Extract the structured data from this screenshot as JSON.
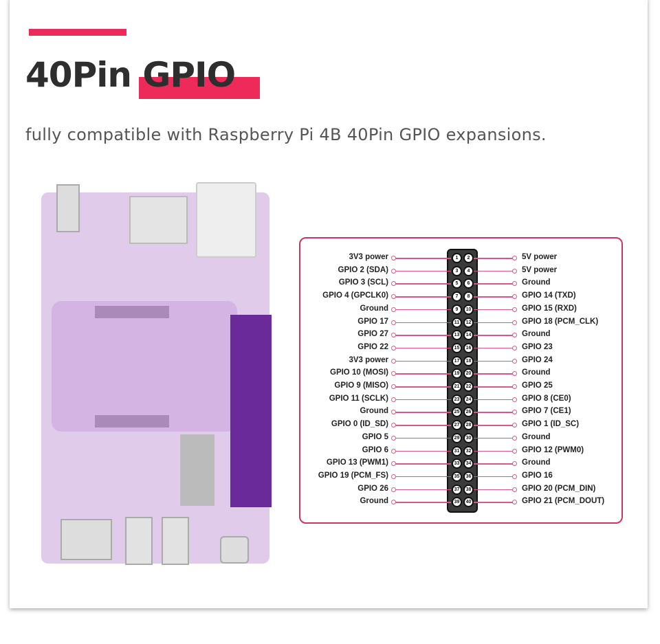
{
  "heading": {
    "title": "40Pin GPIO",
    "subtitle": "fully compatible with Raspberry Pi 4B 40Pin GPIO expansions."
  },
  "colors": {
    "accent": "#ee2a5a",
    "diagram_border": "#c8385a",
    "board": "#dcc2e8"
  },
  "pins": [
    {
      "left": "3V3 power",
      "l": "1",
      "r": "2",
      "right": "5V power"
    },
    {
      "left": "GPIO 2 (SDA)",
      "l": "3",
      "r": "4",
      "right": "5V power"
    },
    {
      "left": "GPIO 3 (SCL)",
      "l": "5",
      "r": "6",
      "right": "Ground"
    },
    {
      "left": "GPIO 4 (GPCLK0)",
      "l": "7",
      "r": "8",
      "right": "GPIO 14 (TXD)"
    },
    {
      "left": "Ground",
      "l": "9",
      "r": "10",
      "right": "GPIO 15 (RXD)"
    },
    {
      "left": "GPIO 17",
      "l": "11",
      "r": "12",
      "right": "GPIO 18 (PCM_CLK)"
    },
    {
      "left": "GPIO 27",
      "l": "13",
      "r": "14",
      "right": "Ground"
    },
    {
      "left": "GPIO 22",
      "l": "15",
      "r": "16",
      "right": "GPIO 23"
    },
    {
      "left": "3V3 power",
      "l": "17",
      "r": "18",
      "right": "GPIO 24"
    },
    {
      "left": "GPIO 10 (MOSI)",
      "l": "19",
      "r": "20",
      "right": "Ground"
    },
    {
      "left": "GPIO 9 (MISO)",
      "l": "21",
      "r": "22",
      "right": "GPIO 25"
    },
    {
      "left": "GPIO 11 (SCLK)",
      "l": "23",
      "r": "24",
      "right": "GPIO 8 (CE0)"
    },
    {
      "left": "Ground",
      "l": "25",
      "r": "26",
      "right": "GPIO 7 (CE1)"
    },
    {
      "left": "GPIO 0 (ID_SD)",
      "l": "27",
      "r": "28",
      "right": "GPIO 1 (ID_SC)"
    },
    {
      "left": "GPIO 5",
      "l": "29",
      "r": "30",
      "right": "Ground"
    },
    {
      "left": "GPIO 6",
      "l": "31",
      "r": "32",
      "right": "GPIO 12 (PWM0)"
    },
    {
      "left": "GPIO 13 (PWM1)",
      "l": "33",
      "r": "34",
      "right": "Ground"
    },
    {
      "left": "GPIO 19 (PCM_FS)",
      "l": "35",
      "r": "36",
      "right": "GPIO 16"
    },
    {
      "left": "GPIO 26",
      "l": "37",
      "r": "38",
      "right": "GPIO 20 (PCM_DIN)"
    },
    {
      "left": "Ground",
      "l": "39",
      "r": "40",
      "right": "GPIO 21 (PCM_DOUT)"
    }
  ]
}
